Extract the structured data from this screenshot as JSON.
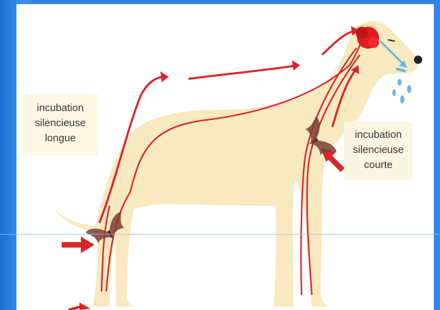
{
  "labels": {
    "long_incubation": [
      "incubation",
      "silencieuse",
      "longue"
    ],
    "short_incubation": [
      "incubation",
      "silencieuse",
      "courte"
    ]
  },
  "colors": {
    "background_blue": "#2f86e6",
    "dog_fill": "#f8e9c0",
    "nerve_red": "#d9262b",
    "saliva_blue": "#6ab8e0",
    "bat_brown": "#7a3e33"
  },
  "icons": [
    "dog-silhouette",
    "bat-icon",
    "arrow-icon",
    "brain-icon",
    "saliva-drops-icon"
  ]
}
